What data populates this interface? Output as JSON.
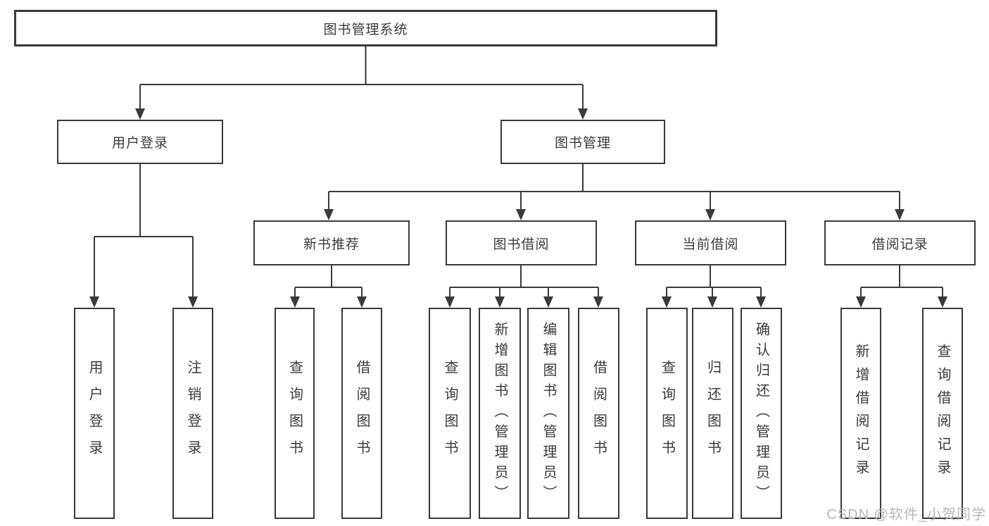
{
  "diagram": {
    "root": {
      "label": "图书管理系统"
    },
    "level2": [
      {
        "label": "用户登录"
      },
      {
        "label": "图书管理"
      }
    ],
    "level3": [
      {
        "label": "新书推荐"
      },
      {
        "label": "图书借阅"
      },
      {
        "label": "当前借阅"
      },
      {
        "label": "借阅记录"
      }
    ],
    "leaves": {
      "user_login": [
        "用户登录",
        "注销登录"
      ],
      "new_book": [
        "查询图书",
        "借阅图书"
      ],
      "borrow": [
        "查询图书",
        "新增图书（管理员）",
        "编辑图书（管理员）",
        "借阅图书"
      ],
      "current": [
        "查询图书",
        "归还图书",
        "确认归还（管理员）"
      ],
      "records": [
        "新增借阅记录",
        "查询借阅记录"
      ]
    },
    "colors": {
      "line": "#3a3a3a",
      "text": "#3b3b3b",
      "watermark": "#b7b7bd"
    },
    "watermark": "CSDN @软件_小贺同学"
  }
}
